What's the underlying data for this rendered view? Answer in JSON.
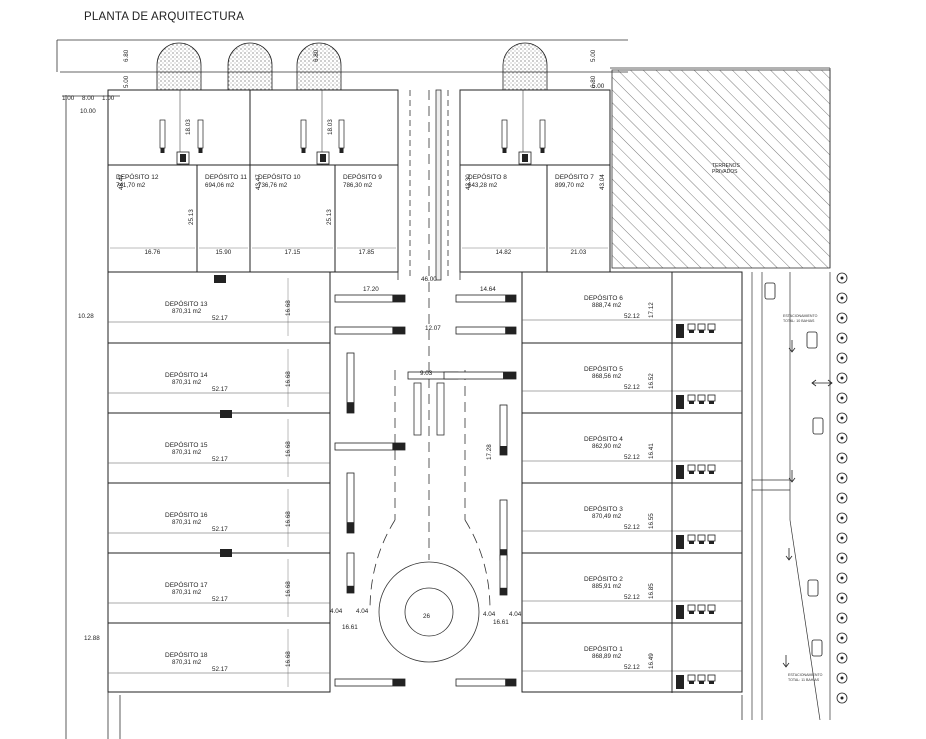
{
  "title": "PLANTA DE ARQUITECTURA",
  "private_land": [
    "TERRENOS",
    "PRIVADOS"
  ],
  "top_deposits": [
    {
      "name": "DEPÓSITO 12",
      "area": "741,70 m2"
    },
    {
      "name": "DEPÓSITO 11",
      "area": "694,06 m2"
    },
    {
      "name": "DEPÓSITO 10",
      "area": "736,76 m2"
    },
    {
      "name": "DEPÓSITO 9",
      "area": "786,30 m2"
    },
    {
      "name": "DEPÓSITO 8",
      "area": "643,28 m2"
    },
    {
      "name": "DEPÓSITO 7",
      "area": "899,70 m2"
    }
  ],
  "top_widths": [
    "16.76",
    "15.90",
    "17.15",
    "17.85",
    "14.82",
    "21.03"
  ],
  "top_depths": [
    "43.47",
    "25.13",
    "43.47",
    "25.13",
    "43.30",
    "43.04"
  ],
  "top_inner": [
    "18.03",
    "18.03"
  ],
  "top_setbacks": [
    "6.80",
    "5.00",
    "6.80",
    "5.00",
    "6.80"
  ],
  "left_deposits": [
    {
      "name": "DEPÓSITO 13",
      "area": "870,31 m2"
    },
    {
      "name": "DEPÓSITO 14",
      "area": "870,31 m2"
    },
    {
      "name": "DEPÓSITO 15",
      "area": "870,31 m2"
    },
    {
      "name": "DEPÓSITO 16",
      "area": "870,31 m2"
    },
    {
      "name": "DEPÓSITO 17",
      "area": "870,31 m2"
    },
    {
      "name": "DEPÓSITO 18",
      "area": "870,31 m2"
    }
  ],
  "left_width": "52.17",
  "left_depth": "16.68",
  "right_deposits": [
    {
      "name": "DEPÓSITO 6",
      "area": "888,74 m2",
      "depth": "17.12"
    },
    {
      "name": "DEPÓSITO 5",
      "area": "868,56 m2",
      "depth": "16.52"
    },
    {
      "name": "DEPÓSITO 4",
      "area": "862,90 m2",
      "depth": "16.41"
    },
    {
      "name": "DEPÓSITO 3",
      "area": "870,49 m2",
      "depth": "16.55"
    },
    {
      "name": "DEPÓSITO 2",
      "area": "885,91 m2",
      "depth": "16.85"
    },
    {
      "name": "DEPÓSITO 1",
      "area": "868,89 m2",
      "depth": "16.49"
    }
  ],
  "right_width": "52.12",
  "road_dims": [
    "46.00",
    "17.20",
    "14.64",
    "12.07",
    "9.03",
    "17.28",
    "26",
    "4.04",
    "4.04",
    "4.04",
    "4.04",
    "16.61",
    "16.61"
  ],
  "site_dims": [
    "1.00",
    "8.00",
    "1.00",
    "10.00",
    "10.28",
    "12.88",
    "5.00"
  ],
  "parking_labels": [
    "ESTACIONAMIENTO",
    "TOTAL: 10 BAHIAS",
    "TOTAL: 11 BAHIAS"
  ]
}
